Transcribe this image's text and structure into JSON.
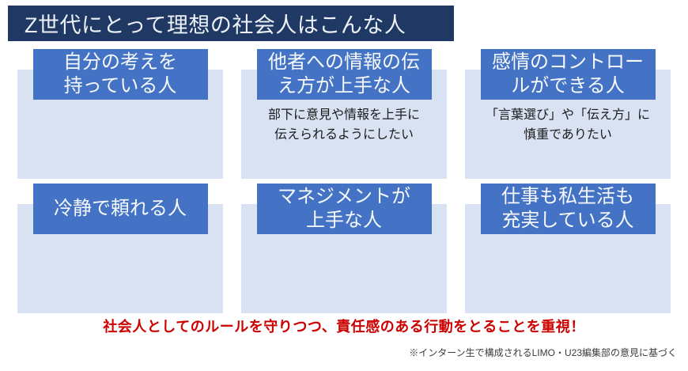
{
  "title": "Z世代にとって理想の社会人はこんな人",
  "cards": [
    {
      "heading": "自分の考えを\n持っている人",
      "note": ""
    },
    {
      "heading": "他者への情報の伝\nえ方が上手な人",
      "note": "部下に意見や情報を上手に\n伝えられるようにしたい"
    },
    {
      "heading": "感情のコントロー\nルができる人",
      "note": "「言葉選び」や「伝え方」に\n慎重でありたい"
    },
    {
      "heading": "冷静で頼れる人",
      "note": ""
    },
    {
      "heading": "マネジメントが\n上手な人",
      "note": ""
    },
    {
      "heading": "仕事も私生活も\n充実している人",
      "note": ""
    }
  ],
  "conclusion": "社会人としてのルールを守りつつ、責任感のある行動をとることを重視！",
  "footnote": "※インターン生で構成されるLIMO・U23編集部の意見に基づく",
  "colors": {
    "title_bg": "#1f3864",
    "title_text": "#eef2f8",
    "card_heading_bg": "#4472c4",
    "card_heading_text": "#f7fafd",
    "card_panel_bg": "#d9e2f3",
    "note_text": "#1a1a1a",
    "conclusion_text": "#cc0000",
    "footnote_text": "#3c3c3c"
  }
}
